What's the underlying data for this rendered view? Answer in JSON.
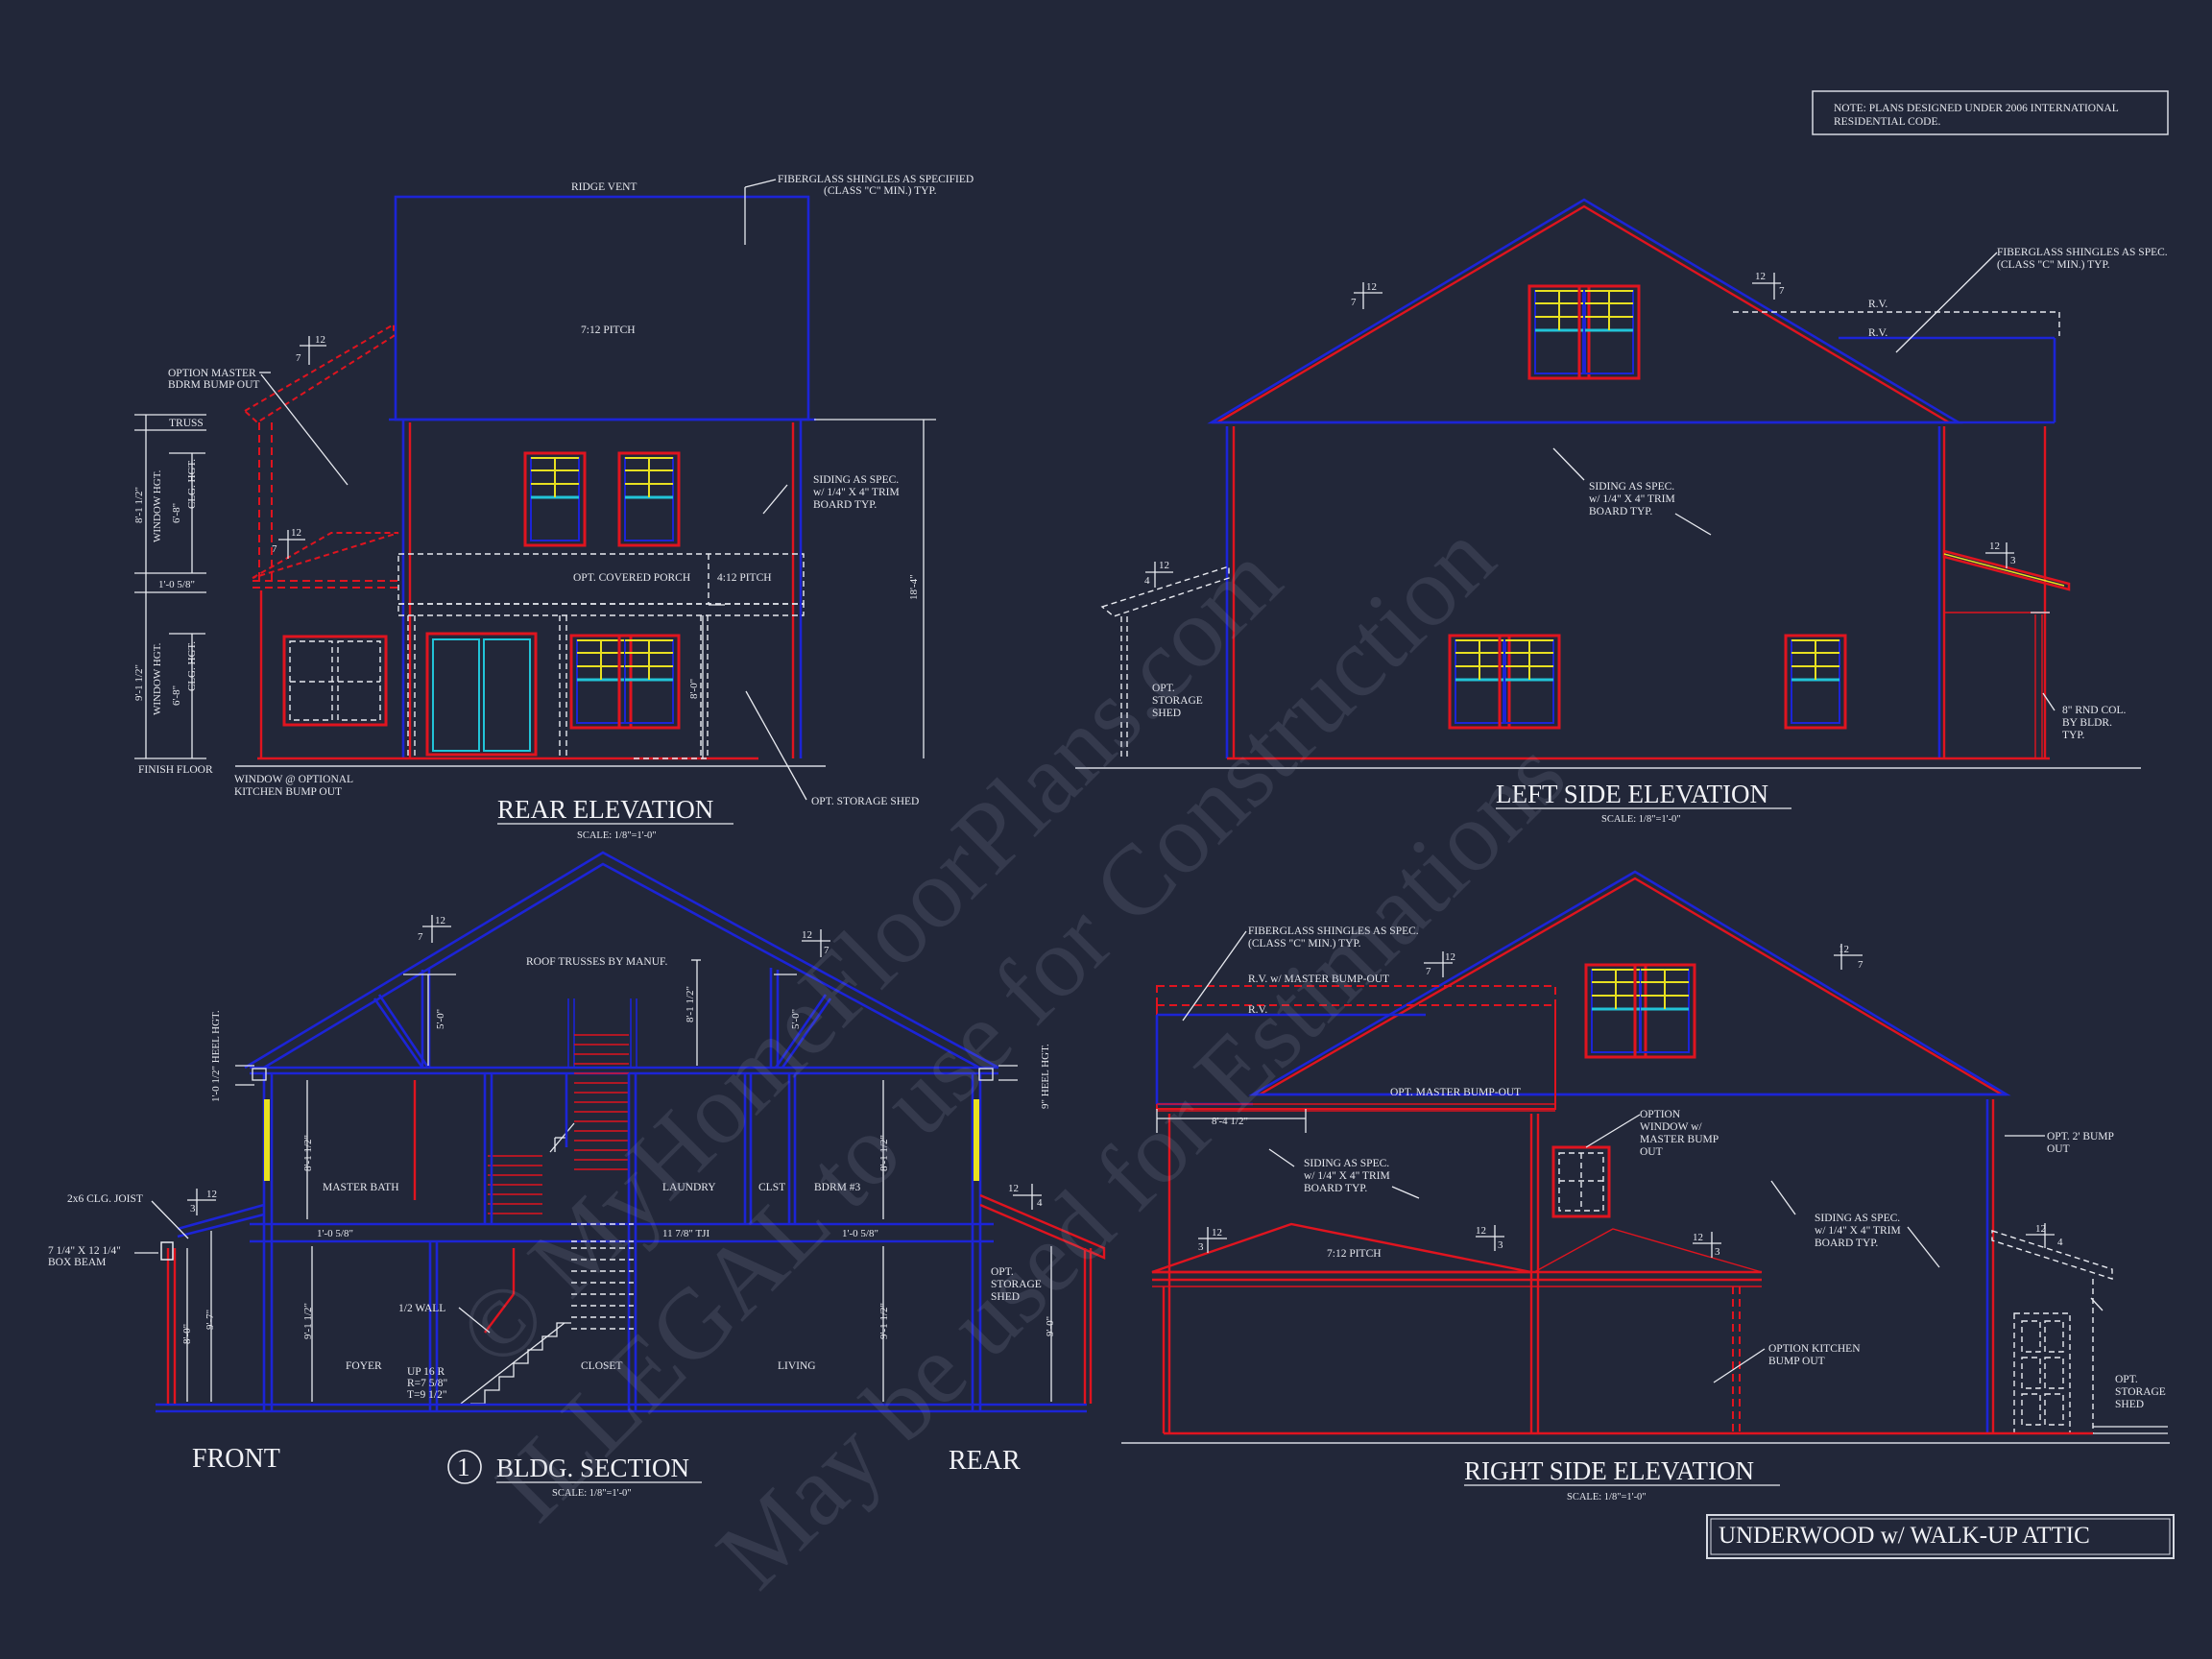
{
  "note": {
    "line1": "NOTE: PLANS DESIGNED UNDER 2006 INTERNATIONAL",
    "line2": "RESIDENTIAL CODE."
  },
  "title_block": "UNDERWOOD w/ WALK-UP ATTIC",
  "watermark": {
    "line1": "© MyHomeFloorPlans.com",
    "line2": "ILLEGAL to use for Construction",
    "line3": "May be used for Estimations"
  },
  "colors": {
    "background": "#222739",
    "structure_blue": "#1c24d6",
    "option_red": "#e0141f",
    "glazing_yellow": "#e8e020",
    "glazing_cyan": "#22c4d8"
  },
  "rear": {
    "title": "REAR ELEVATION",
    "scale": "SCALE: 1/8\"=1'-0\"",
    "ridge_vent": "RIDGE VENT",
    "shingles_1": "FIBERGLASS SHINGLES AS SPECIFIED",
    "shingles_2": "(CLASS \"C\" MIN.) TYP.",
    "pitch": "7:12 PITCH",
    "option_master_1": "OPTION MASTER",
    "option_master_2": "BDRM BUMP OUT",
    "siding_1": "SIDING AS SPEC.",
    "siding_2": "w/ 1/4\" X 4\" TRIM",
    "siding_3": "BOARD TYP.",
    "covered_porch": "OPT. COVERED PORCH",
    "porch_pitch": "4:12 PITCH",
    "height_total": "18'-4\"",
    "height_porch": "8'-0\"",
    "truss": "TRUSS",
    "window_hgt": "WINDOW HGT.",
    "clg_hgt": "CLG. HGT.",
    "dim_upper": "8'-1 1/2\"",
    "dim_upper_clg": "6'-8\"",
    "dim_floor": "1'-0 5/8\"",
    "dim_lower": "9'-1 1/2\"",
    "dim_lower_clg": "6'-8\"",
    "finish_floor": "FINISH FLOOR",
    "window_option_1": "WINDOW @ OPTIONAL",
    "window_option_2": "KITCHEN BUMP OUT",
    "storage": "OPT. STORAGE SHED",
    "pitch_num": "12",
    "pitch_den": "7"
  },
  "left": {
    "title": "LEFT SIDE ELEVATION",
    "scale": "SCALE: 1/8\"=1'-0\"",
    "shingles_1": "FIBERGLASS SHINGLES AS SPEC.",
    "shingles_2": "(CLASS \"C\" MIN.) TYP.",
    "rv": "R.V.",
    "siding_1": "SIDING AS SPEC.",
    "siding_2": "w/ 1/4\" X 4\" TRIM",
    "siding_3": "BOARD TYP.",
    "storage_1": "OPT.",
    "storage_2": "STORAGE",
    "storage_3": "SHED",
    "col_1": "8\" RND COL.",
    "col_2": "BY BLDR.",
    "col_3": "TYP.",
    "p12": "12",
    "p7": "7",
    "p4": "4",
    "p3": "3"
  },
  "section": {
    "num": "1",
    "title": "BLDG. SECTION",
    "scale": "SCALE: 1/8\"=1'-0\"",
    "front": "FRONT",
    "rear": "REAR",
    "trusses": "ROOF TRUSSES BY MANUF.",
    "heel_left": "1'-0 1/2\" HEEL HGT.",
    "heel_right": "9\" HEEL HGT.",
    "dim_attic": "8'-1 1/2\"",
    "dim_knee": "5'-0\"",
    "dim_upper": "8'-1 1/2\"",
    "master_bath": "MASTER BATH",
    "laundry": "LAUNDRY",
    "clst": "CLST",
    "bdrm3": "BDRM #3",
    "joist": "2x6 CLG. JOIST",
    "beam_1": "7 1/4\" X 12 1/4\"",
    "beam_2": "BOX BEAM",
    "floor_l": "1'-0 5/8\"",
    "tji": "11 7/8\" TJI",
    "floor_r": "1'-0 5/8\"",
    "half_wall": "1/2 WALL",
    "foyer": "FOYER",
    "closet": "CLOSET",
    "living": "LIVING",
    "stair_1": "UP 16 R",
    "stair_2": "R=7 5/8\"",
    "stair_3": "T=9 1/2\"",
    "dim_8": "8'-0\"",
    "dim_97": "9'-7\"",
    "dim_lower": "9'-1 1/2\"",
    "dim_9": "9'-0\"",
    "storage_1": "OPT.",
    "storage_2": "STORAGE",
    "storage_3": "SHED",
    "p12": "12",
    "p7": "7",
    "p3": "3",
    "p4": "4"
  },
  "right": {
    "title": "RIGHT SIDE ELEVATION",
    "scale": "SCALE: 1/8\"=1'-0\"",
    "shingles_1": "FIBERGLASS SHINGLES AS SPEC.",
    "shingles_2": "(CLASS \"C\" MIN.) TYP.",
    "rv_master": "R.V. w/ MASTER BUMP-OUT",
    "rv": "R.V.",
    "master_bump": "OPT. MASTER BUMP-OUT",
    "dim_bump": "8'-4 1/2\"",
    "siding_1": "SIDING AS SPEC.",
    "siding_2": "w/ 1/4\" X 4\" TRIM",
    "siding_3": "BOARD TYP.",
    "option_window_1": "OPTION",
    "option_window_2": "WINDOW w/",
    "option_window_3": "MASTER BUMP",
    "option_window_4": "OUT",
    "pitch": "7:12 PITCH",
    "kitchen_1": "OPTION KITCHEN",
    "kitchen_2": "BUMP OUT",
    "bump2_1": "OPT. 2' BUMP",
    "bump2_2": "OUT",
    "storage_1": "OPT.",
    "storage_2": "STORAGE",
    "storage_3": "SHED",
    "p12": "12",
    "p7": "7",
    "p3": "3",
    "p4": "4"
  }
}
